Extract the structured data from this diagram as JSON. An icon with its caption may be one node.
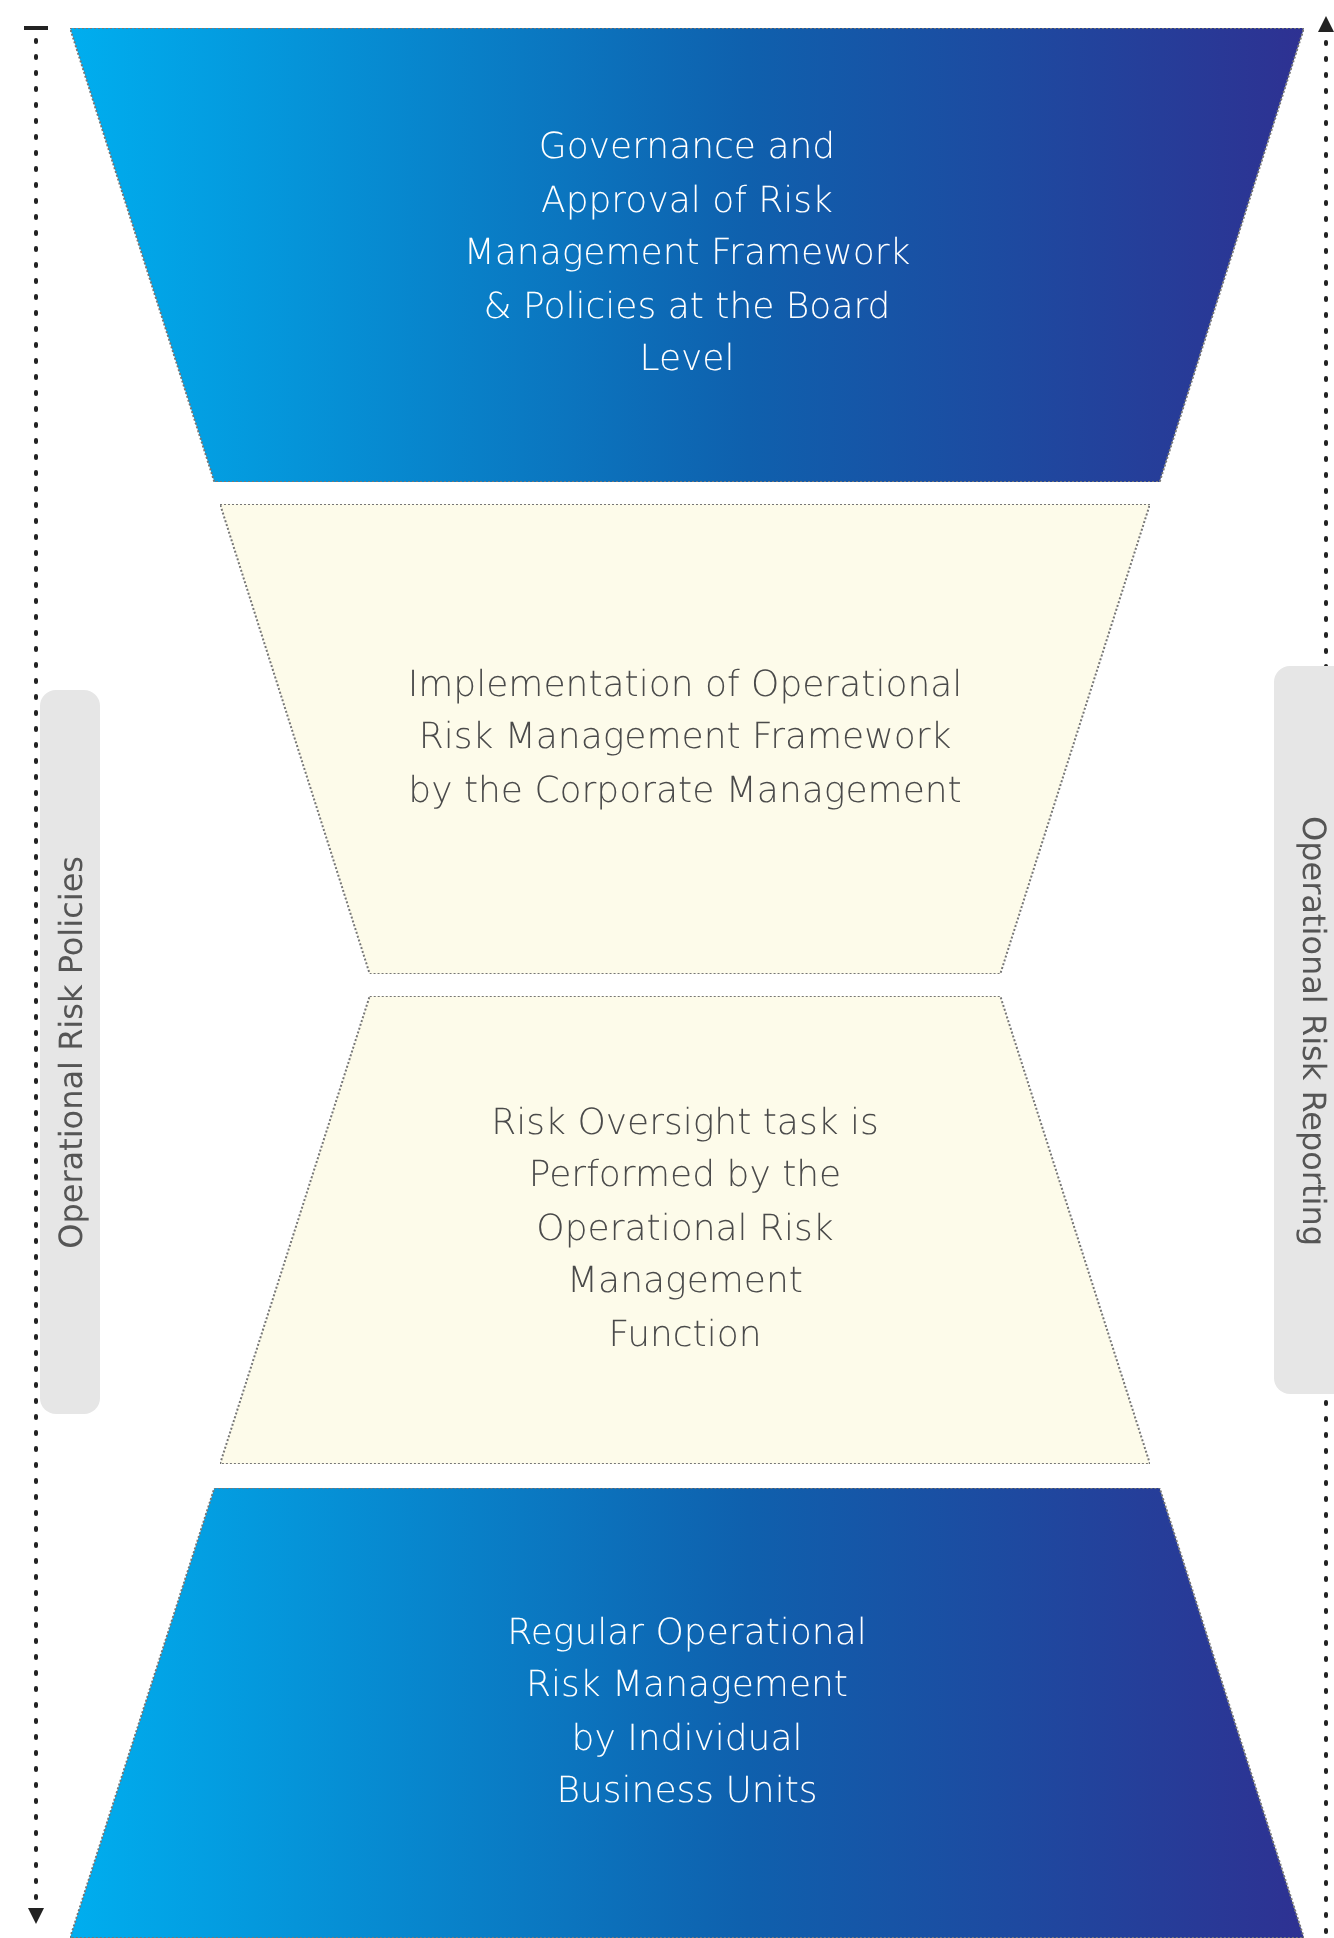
{
  "diagram": {
    "nodes": [
      {
        "text": [
          "Governance and Approval of Risk Management Framework & Policies at the Board Level"
        ]
      },
      {
        "text": [
          "Implementation of Operational Risk Management Framework by the Corporate Management"
        ]
      },
      {
        "text": [
          "Risk Oversight task is Performed by the Operational Risk Management Function"
        ]
      },
      {
        "text": [
          "Regular Operational Risk Management by Individual Business Units"
        ]
      },
      {
        "text": [
          "Operational Risk Policies"
        ]
      },
      {
        "text": [
          "Operational Risk Reporting"
        ]
      }
    ]
  }
}
